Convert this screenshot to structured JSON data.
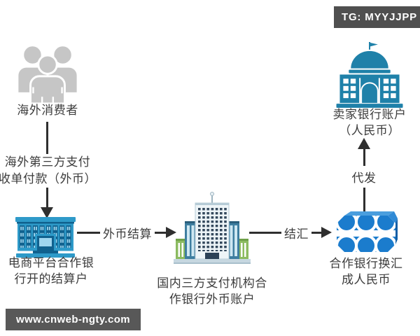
{
  "badge": {
    "text": "TG: MYYJJPP"
  },
  "watermark": {
    "text": "www.cnweb-ngty.com"
  },
  "diagram": {
    "nodes": {
      "consumers": {
        "label": "海外消费者",
        "icon": "people-group-icon"
      },
      "settlement_bank": {
        "label": "电商平台合作银\n行开的结算户",
        "icon": "bank-building-icon"
      },
      "payment_institution": {
        "label": "国内三方支付机构合\n作银行外币账户",
        "icon": "office-tower-icon"
      },
      "exchange_vault": {
        "label": "合作银行换汇\n成人民币",
        "icon": "vault-box-icon"
      },
      "seller_bank": {
        "label": "卖家银行账户\n（人民币）",
        "icon": "domed-bank-icon"
      }
    },
    "edges": {
      "consumers_to_settlement": {
        "label": "海外第三方支付\n收单付款（外币）",
        "direction": "down"
      },
      "settlement_to_institution": {
        "label": "外币结算",
        "direction": "right"
      },
      "institution_to_vault": {
        "label": "结汇",
        "direction": "right"
      },
      "vault_to_seller": {
        "label": "代发",
        "direction": "up"
      }
    }
  },
  "colors": {
    "people_gray": "#c6c6c6",
    "bank_blue": "#2e9ac9",
    "tower_side_blue": "#3e7ea0",
    "vault_blue": "#1b7ccd",
    "dome_teal": "#1f81a9",
    "green_accent": "#8cbb60",
    "arrow_dark": "#2f2f2f",
    "badge_bg": "#4f4f4f",
    "text": "#3c3c3c"
  }
}
